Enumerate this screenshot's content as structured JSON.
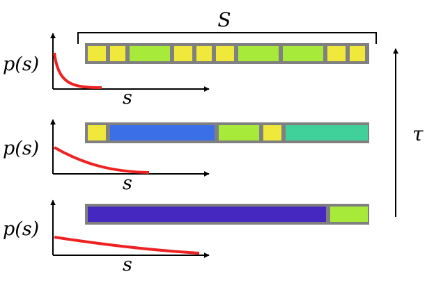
{
  "labels": {
    "total_size": "S",
    "time": "τ",
    "distribution": "p(s)",
    "size_axis": "s"
  },
  "colors": {
    "border": "#808080",
    "curve": "#ee2222",
    "axis": "#000000",
    "yellow": "#f0e83a",
    "lime": "#a8ea3a",
    "blue": "#3a6fe8",
    "teal": "#40d09a",
    "indigo": "#4428c0"
  },
  "rows": [
    {
      "name": "top",
      "segments": [
        "yellow",
        "yellow",
        "lime",
        "yellow",
        "yellow",
        "yellow",
        "lime",
        "lime",
        "yellow",
        "yellow"
      ]
    },
    {
      "name": "middle",
      "segments": [
        "yellow",
        "blue",
        "lime",
        "yellow",
        "teal"
      ]
    },
    {
      "name": "bottom",
      "segments": [
        "indigo",
        "lime"
      ]
    }
  ]
}
